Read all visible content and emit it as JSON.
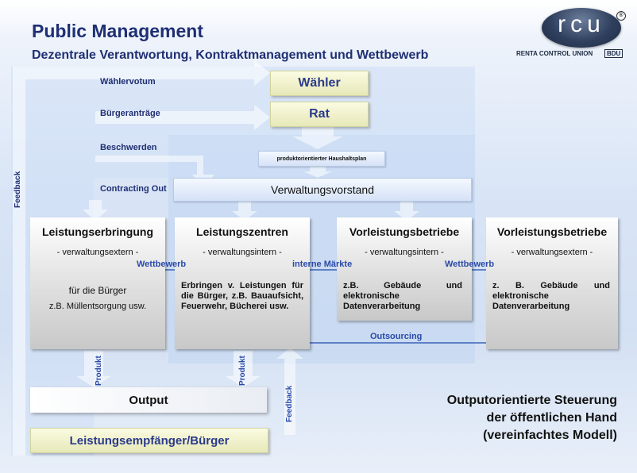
{
  "header": {
    "title": "Public Management",
    "subtitle": "Dezentrale Verantwortung, Kontraktmanagement und Wettbewerb"
  },
  "logo": {
    "letters": "rcu",
    "registered": "®",
    "company": "RENTA CONTROL UNION",
    "badge": "BDU"
  },
  "flow_labels": {
    "waehlervotum": "Wählervotum",
    "buergerantraege": "Bürgeranträge",
    "beschwerden": "Beschwerden",
    "contracting_out": "Contracting Out",
    "feedback_left": "Feedback",
    "feedback_bottom": "Feedback",
    "produkt_1": "Produkt",
    "produkt_2": "Produkt",
    "wettbewerb_1": "Wettbewerb",
    "interne_maerkte": "interne Märkte",
    "wettbewerb_2": "Wettbewerb",
    "outsourcing": "Outsourcing"
  },
  "boxes": {
    "waehler": "Wähler",
    "rat": "Rat",
    "haushaltsplan": "produktorientierter Haushaltsplan",
    "verwaltungsvorstand": "Verwaltungsvorstand",
    "output": "Output",
    "empfaenger": "Leistungsempfänger/Bürger"
  },
  "columns": [
    {
      "title": "Leistungserbringung",
      "subtitle": "- verwaltungsextern -",
      "line1": "für die Bürger",
      "line2": "z.B. Müllentsorgung usw."
    },
    {
      "title": "Leistungszentren",
      "subtitle": "- verwaltungsintern -",
      "body": "Erbringen v. Leistungen für die Bürger, z.B. Bauaufsicht, Feuerwehr, Bücherei usw."
    },
    {
      "title": "Vorleistungsbetriebe",
      "subtitle": "- verwaltungsintern -",
      "body": "z.B. Gebäude und elektronische Datenverarbeitung"
    },
    {
      "title": "Vorleistungsbetriebe",
      "subtitle": "- verwaltungsextern -",
      "body": "z. B. Gebäude und elektronische Datenverarbeitung"
    }
  ],
  "footer_note": {
    "line1": "Outputorientierte Steuerung",
    "line2": "der öffentlichen Hand",
    "line3": "(vereinfachtes Modell)"
  },
  "colors": {
    "title_blue": "#1f2f73",
    "box_text_blue": "#2a3a8a",
    "arrow_blue": "#3b62b8",
    "panel_blue": "#c6d8f2"
  }
}
